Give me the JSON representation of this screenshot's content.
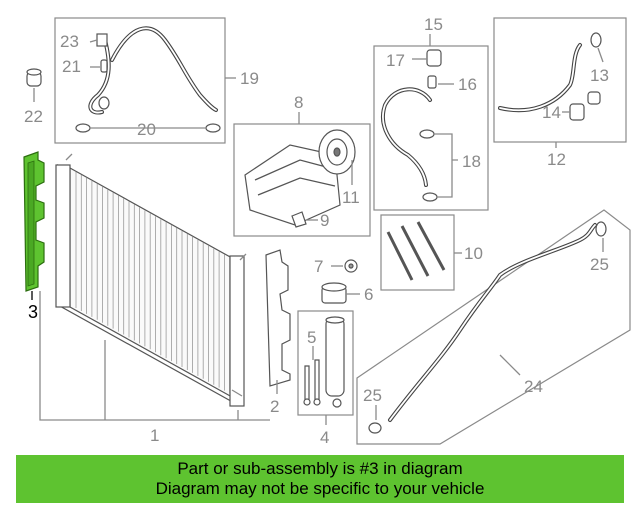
{
  "callouts": {
    "c1": "1",
    "c2": "2",
    "c3": "3",
    "c4": "4",
    "c5": "5",
    "c6": "6",
    "c7": "7",
    "c8": "8",
    "c9": "9",
    "c10": "10",
    "c11": "11",
    "c12": "12",
    "c13": "13",
    "c14": "14",
    "c15": "15",
    "c16": "16",
    "c17": "17",
    "c18": "18",
    "c19": "19",
    "c20": "20",
    "c21": "21",
    "c22": "22",
    "c23": "23",
    "c24": "24",
    "c25a": "25",
    "c25b": "25"
  },
  "highlight": {
    "part_number": "3",
    "color": "#5ec330"
  },
  "banner": {
    "line1": "Part or sub-assembly is #3 in diagram",
    "line2": "Diagram may not be specific to your vehicle",
    "color": "#5ec330"
  }
}
